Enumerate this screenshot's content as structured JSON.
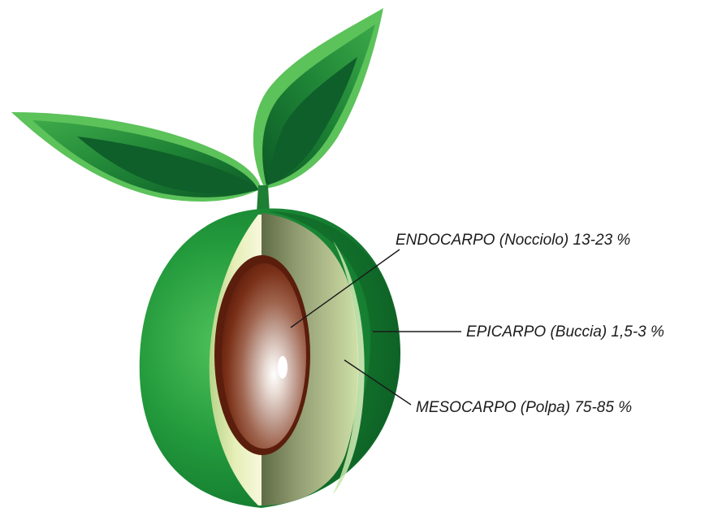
{
  "labels": {
    "endocarp": "ENDOCARPO (Nocciolo) 13-23 %",
    "epicarp": "EPICARPO (Buccia) 1,5-3 %",
    "mesocarp": "MESOCARPO (Polpa) 75-85 %"
  },
  "colors": {
    "skin_dark": "#0e5e25",
    "skin_mid": "#1f8a35",
    "skin_light": "#48b94e",
    "leaf_dark": "#0f5f2a",
    "leaf_light": "#5cc25a",
    "flesh_light": "#f4f6cf",
    "flesh_cut": "#8f9a70",
    "seed_dark": "#5b1d0c",
    "seed_light": "#ffffff",
    "leader_line": "#1a1a1a"
  }
}
